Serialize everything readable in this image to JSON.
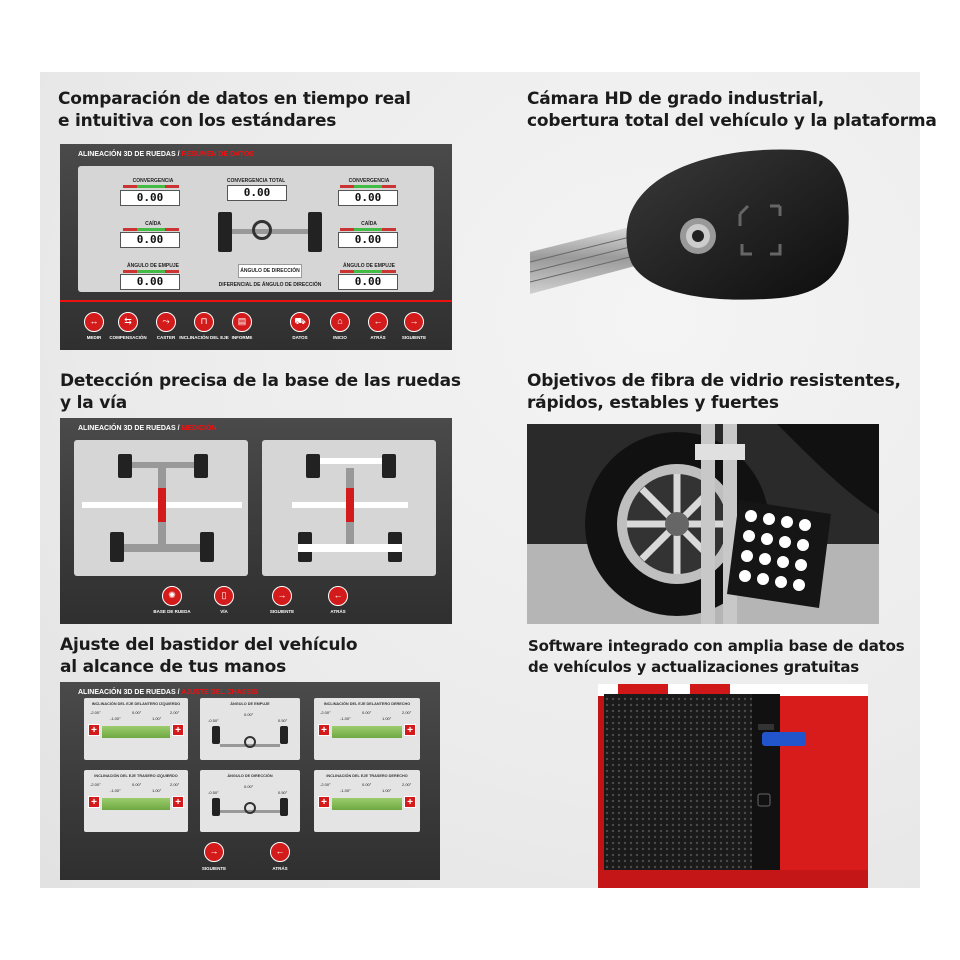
{
  "captions": {
    "c1": [
      "Comparación de datos en tiempo real",
      "e intuitiva con los estándares"
    ],
    "c2": [
      "Cámara HD de grado industrial,",
      "cobertura total del vehículo y la plataforma"
    ],
    "c3": [
      "Detección precisa de la base de las ruedas",
      "y la vía"
    ],
    "c4": [
      "Objetivos de fibra de vidrio resistentes,",
      "rápidos, estables y fuertes"
    ],
    "c5": [
      "Ajuste del bastidor del vehículo",
      "al alcance de tus manos"
    ],
    "c6": [
      "Software integrado con amplia base de datos",
      "de vehículos y actualizaciones gratuitas"
    ]
  },
  "screen1": {
    "title": "ALINEACIÓN 3D DE RUEDAS /",
    "title_red": "RESUMEN DE DATOS",
    "left": [
      {
        "label": "CONVERGENCIA",
        "value": "0.00"
      },
      {
        "label": "CAÍDA",
        "value": "0.00"
      },
      {
        "label": "ÁNGULO DE EMPUJE",
        "value": "0.00"
      }
    ],
    "right": [
      {
        "label": "CONVERGENCIA",
        "value": "0.00"
      },
      {
        "label": "CAÍDA",
        "value": "0.00"
      },
      {
        "label": "ÁNGULO DE EMPUJE",
        "value": "0.00"
      }
    ],
    "center_label": "CONVERGENCIA TOTAL",
    "center_value": "0.00",
    "steer_label": "ÁNGULO DE DIRECCIÓN",
    "steer_diff": "DIFERENCIAL DE ÁNGULO DE DIRECCIÓN",
    "buttons": [
      "MEDIR",
      "COMPENSACIÓN",
      "CASTER",
      "INCLINACIÓN DEL EJE",
      "INFORME",
      "DATOS",
      "INICIO",
      "ATRÁS",
      "SIGUIENTE"
    ]
  },
  "screen2": {
    "title": "ALINEACIÓN 3D DE RUEDAS /",
    "title_red": "MEDICIÓN",
    "buttons": [
      "BASE DE RUEDA",
      "VÍA",
      "SIGUIENTE",
      "ATRÁS"
    ]
  },
  "screen3": {
    "title": "ALINEACIÓN 3D DE RUEDAS /",
    "title_red": "AJUSTE DEL CHASSIS",
    "cards": [
      {
        "label": "INCLINACIÓN DEL EJE DELANTERO IZQUIERDO",
        "ticks": [
          "-2.00°",
          "-1.00°",
          "0.00°",
          "1.00°",
          "2.00°"
        ]
      },
      {
        "label": "ÁNGULO DE EMPUJE",
        "ticks": [
          "-0.50°",
          "0.00°",
          "0.50°"
        ]
      },
      {
        "label": "INCLINACIÓN DEL EJE DELANTERO DERECHO",
        "ticks": [
          "-2.00°",
          "-1.00°",
          "0.00°",
          "1.00°",
          "2.00°"
        ]
      },
      {
        "label": "INCLINACIÓN DEL EJE TRASERO IZQUIERDO",
        "ticks": [
          "-2.00°",
          "-1.00°",
          "0.00°",
          "1.00°",
          "2.00°"
        ]
      },
      {
        "label": "ÁNGULO DE DIRECCIÓN",
        "ticks": [
          "-0.50°",
          "0.00°",
          "0.50°"
        ]
      },
      {
        "label": "INCLINACIÓN DEL EJE TRASERO DERECHO",
        "ticks": [
          "-2.00°",
          "-1.00°",
          "0.00°",
          "1.00°",
          "2.00°"
        ]
      }
    ],
    "buttons": [
      "SIGUIENTE",
      "ATRÁS"
    ]
  },
  "icons": {
    "measure": "measure-icon",
    "home": "home-icon",
    "back": "back-arrow-icon",
    "next": "next-arrow-icon"
  }
}
